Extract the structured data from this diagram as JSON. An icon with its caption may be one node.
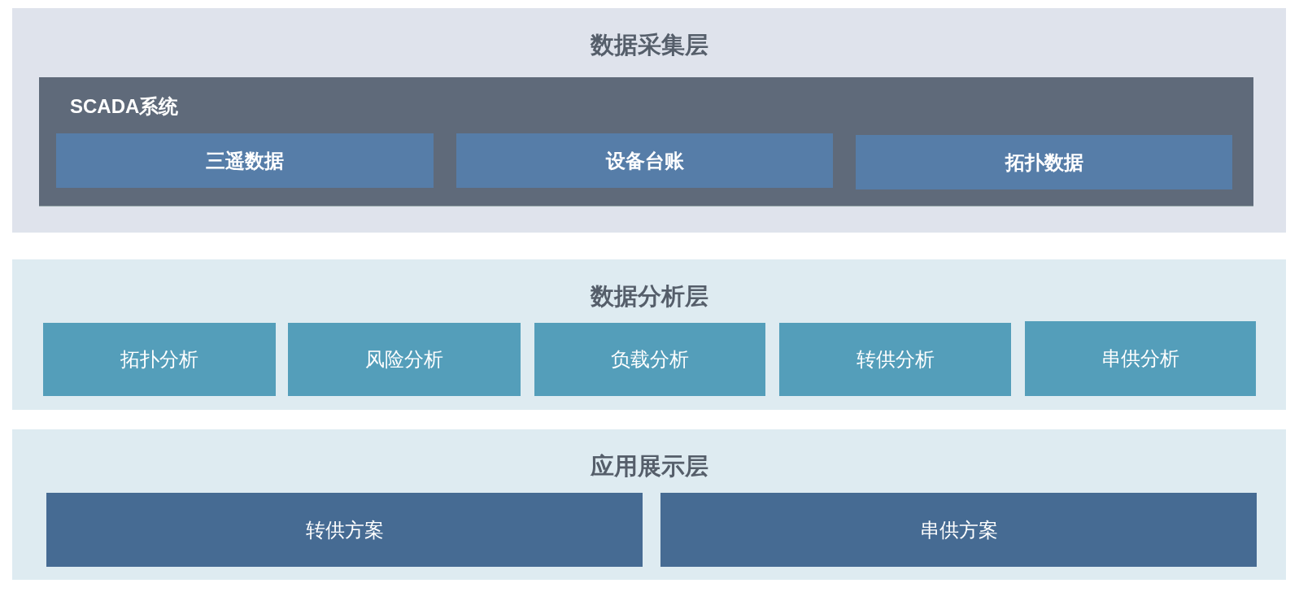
{
  "diagram": {
    "nodes": [
      {
        "text": [
          "数据采集层"
        ]
      },
      {
        "text": [
          "SCADA系统"
        ],
        "in": 0
      },
      {
        "text": [
          "三遥数据"
        ],
        "in": 1
      },
      {
        "text": [
          "设备台账"
        ],
        "in": 1
      },
      {
        "text": [
          "拓扑数据"
        ],
        "in": 1
      },
      {
        "text": [
          "数据分析层"
        ]
      },
      {
        "text": [
          "拓扑分析"
        ],
        "in": 5
      },
      {
        "text": [
          "风险分析"
        ],
        "in": 5
      },
      {
        "text": [
          "负载分析"
        ],
        "in": 5
      },
      {
        "text": [
          "转供分析"
        ],
        "in": 5
      },
      {
        "text": [
          "串供分析"
        ],
        "in": 5
      },
      {
        "text": [
          "应用展示层"
        ]
      },
      {
        "text": [
          "转供方案"
        ],
        "in": 11
      },
      {
        "text": [
          "串供方案"
        ],
        "in": 11
      }
    ]
  }
}
